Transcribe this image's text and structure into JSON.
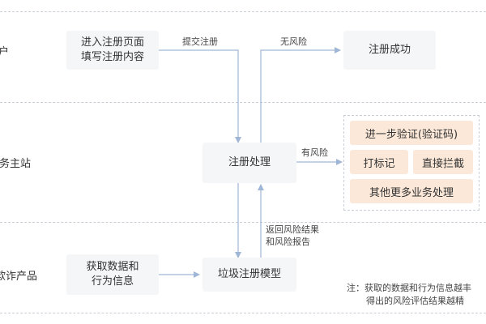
{
  "lanes": [
    {
      "label": "户"
    },
    {
      "label": "务主站"
    },
    {
      "label": "欺诈产品"
    }
  ],
  "nodes": {
    "enter_register": {
      "line1": "进入注册页面",
      "line2": "填写注册内容"
    },
    "register_success": {
      "label": "注册成功"
    },
    "register_process": {
      "label": "注册处理"
    },
    "fetch_data": {
      "line1": "获取数据和",
      "line2": "行为信息"
    },
    "spam_model": {
      "label": "垃圾注册模型"
    }
  },
  "results": {
    "further_verify": "进一步验证(验证码)",
    "mark": "打标记",
    "block": "直接拦截",
    "other": "其他更多业务处理"
  },
  "edges": {
    "submit": "提交注册",
    "no_risk": "无风险",
    "has_risk": "有风险",
    "return_line1": "返回风险结果",
    "return_line2": "和风险报告"
  },
  "note": {
    "line1": "注：获取的数据和行为信息越丰",
    "line2": "得出的风险评估结果越精"
  },
  "colors": {
    "arrow": "#9fb6d6",
    "box": "#f4f6f8",
    "result_box": "#fbe8d8",
    "divider": "#c9ced6"
  }
}
